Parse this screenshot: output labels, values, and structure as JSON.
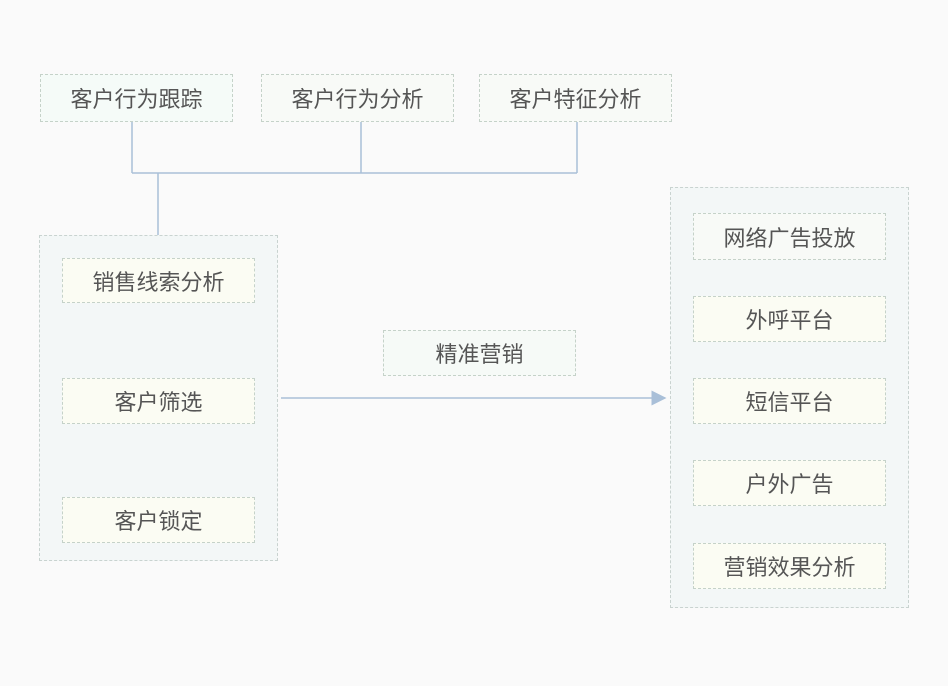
{
  "top_nodes": [
    "客户行为跟踪",
    "客户行为分析",
    "客户特征分析"
  ],
  "left_group": {
    "steps": [
      "销售线索分析",
      "客户筛选",
      "客户锁定"
    ]
  },
  "connector_label": "精准营销",
  "right_group": {
    "channels": [
      "网络广告投放",
      "外呼平台",
      "短信平台",
      "户外广告",
      "营销效果分析"
    ]
  },
  "colors": {
    "line": "#a9bfd8",
    "group_bg": "#f3f7f7",
    "border": "#c5d2c9",
    "text": "#555555"
  }
}
